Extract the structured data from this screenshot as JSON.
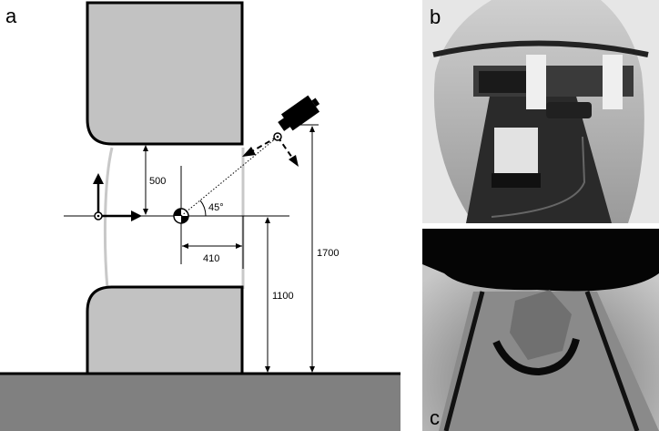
{
  "panels": {
    "a": "a",
    "b": "b",
    "c": "c"
  },
  "dimensions": {
    "gap_upper": "500",
    "angle": "45°",
    "offset": "410",
    "sensor_height": "1700",
    "center_height": "1100"
  },
  "colors": {
    "background": "#ffffff",
    "floor": "#808080",
    "magnet_fill": "#c2c2c2",
    "outline": "#000000",
    "bore_line": "#b8b8b8",
    "photo_dark": "#1a1a1a",
    "photo_light": "#d9d9d9"
  },
  "icons": {
    "camera": "depth-camera-icon",
    "origin": "coordinate-origin-icon",
    "isocenter": "isocenter-target-icon"
  }
}
